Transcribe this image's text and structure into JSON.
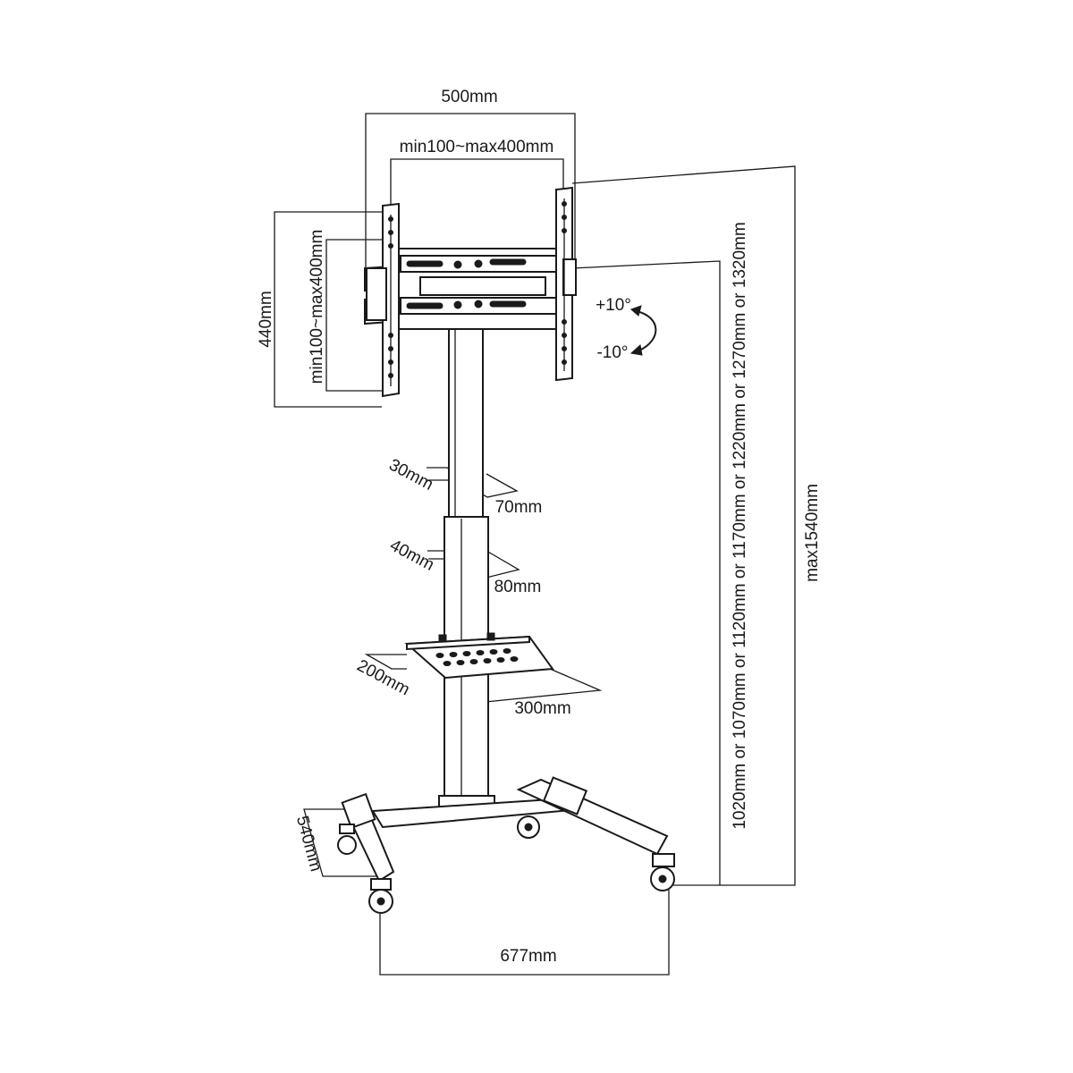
{
  "dimensions": {
    "bracket_width": "500mm",
    "vesa_horizontal": "min100~max400mm",
    "bracket_height": "440mm",
    "vesa_vertical": "min100~max400mm",
    "tilt_up": "+10°",
    "tilt_down": "-10°",
    "upper_tube_width": "30mm",
    "upper_tube_depth": "70mm",
    "lower_tube_width": "40mm",
    "lower_tube_depth": "80mm",
    "shelf_depth": "200mm",
    "shelf_width": "300mm",
    "base_depth": "540mm",
    "base_width": "677mm",
    "center_heights": "1020mm or 1070mm or 1120mm or 1170mm or 1220mm or 1270mm or 1320mm",
    "max_height": "max1540mm"
  }
}
